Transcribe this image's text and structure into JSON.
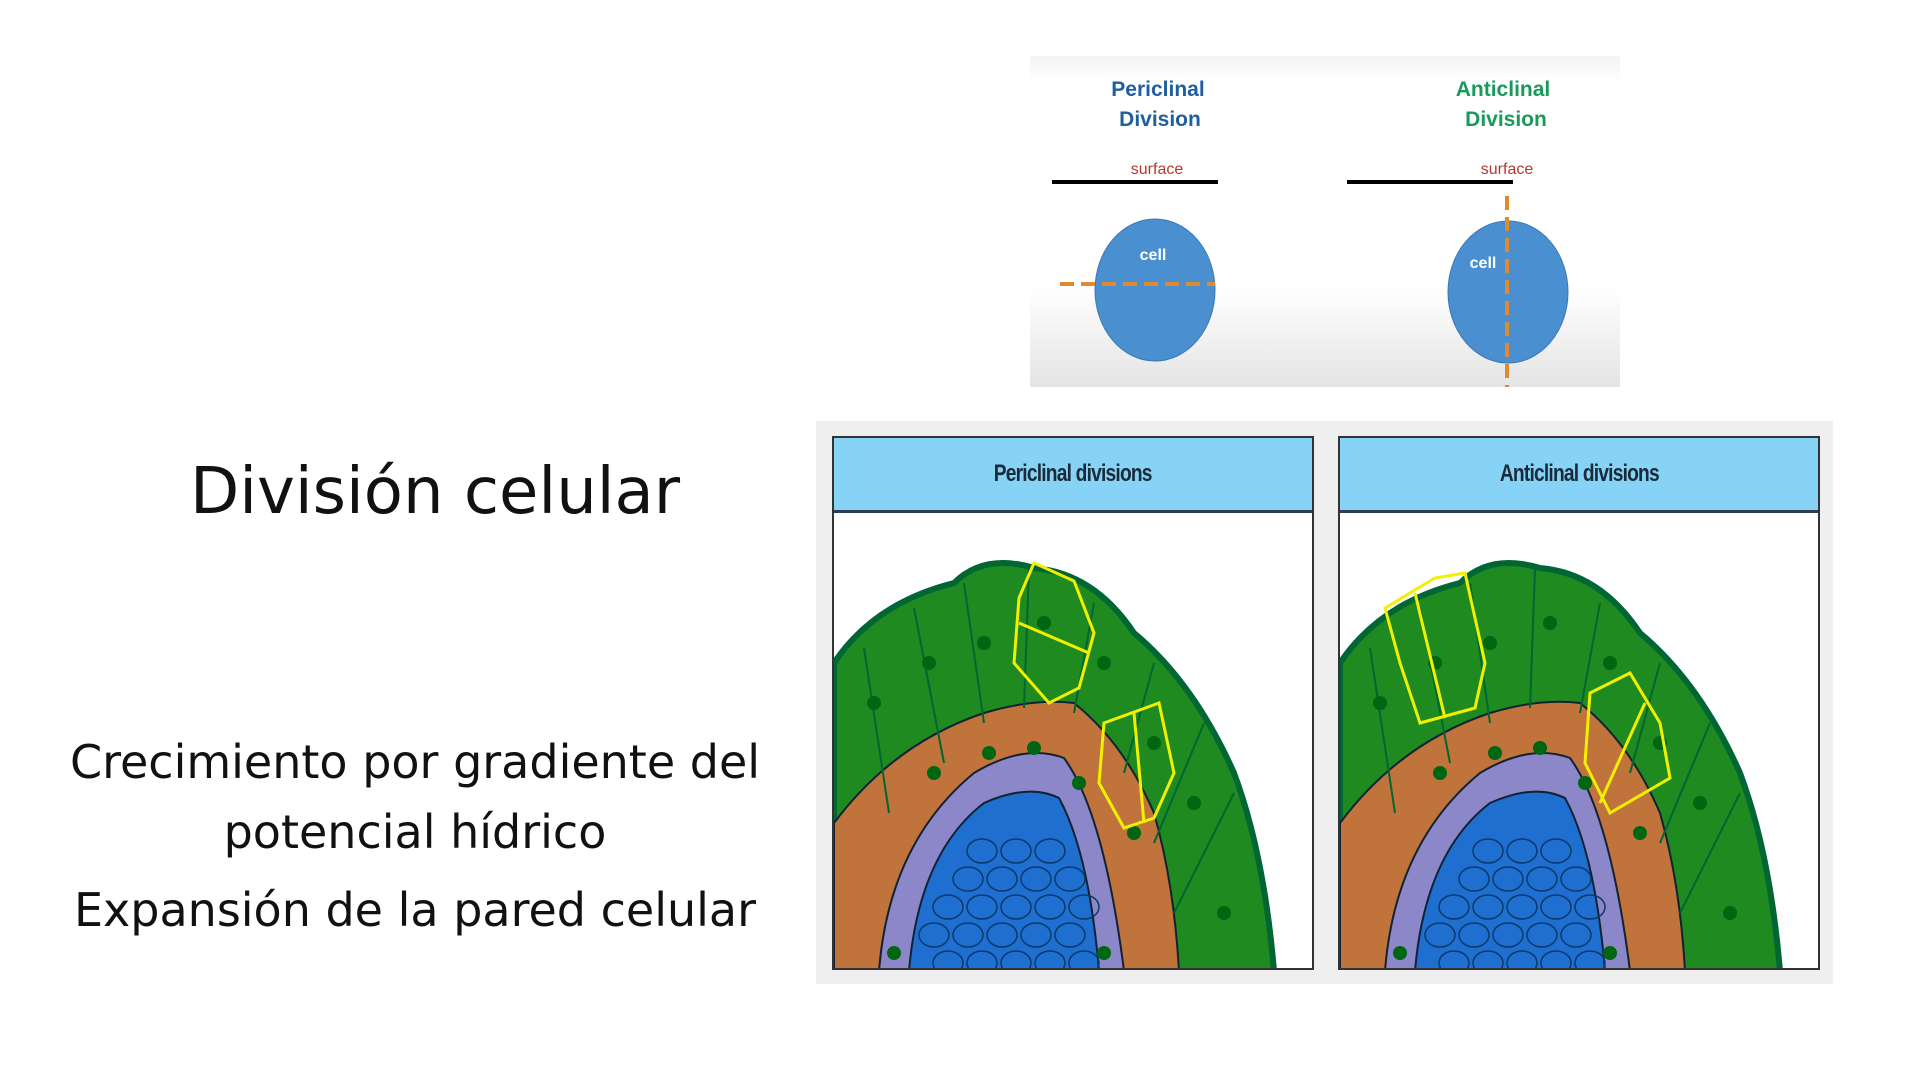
{
  "slide": {
    "title": "División celular",
    "bullets": [
      "Crecimiento por gradiente del",
      "potencial hídrico",
      "Expansión de la pared celular"
    ]
  },
  "top_figure": {
    "left": {
      "title_line1": "Periclinal",
      "title_line2": "Division",
      "surface_label": "surface",
      "cell_label": "cell",
      "title_color": "#1f5fa0"
    },
    "right": {
      "title_line1": "Anticlinal",
      "title_line2": "Division",
      "surface_label": "surface",
      "cell_label": "cell",
      "title_color": "#1a9a5a"
    },
    "cell_color": "#4a8fcf",
    "division_line_color": "#e08a2e",
    "surface_label_color": "#b03a2e"
  },
  "bottom_figure": {
    "panels": [
      {
        "title": "Periclinal divisions"
      },
      {
        "title": "Anticlinal divisions"
      }
    ],
    "colors": {
      "epidermis": "#1f8a1f",
      "cortex": "#c0733a",
      "endodermis": "#8b87c9",
      "core": "#1f6fd0",
      "highlight": "#f0f000",
      "header": "#87d3f6"
    }
  }
}
